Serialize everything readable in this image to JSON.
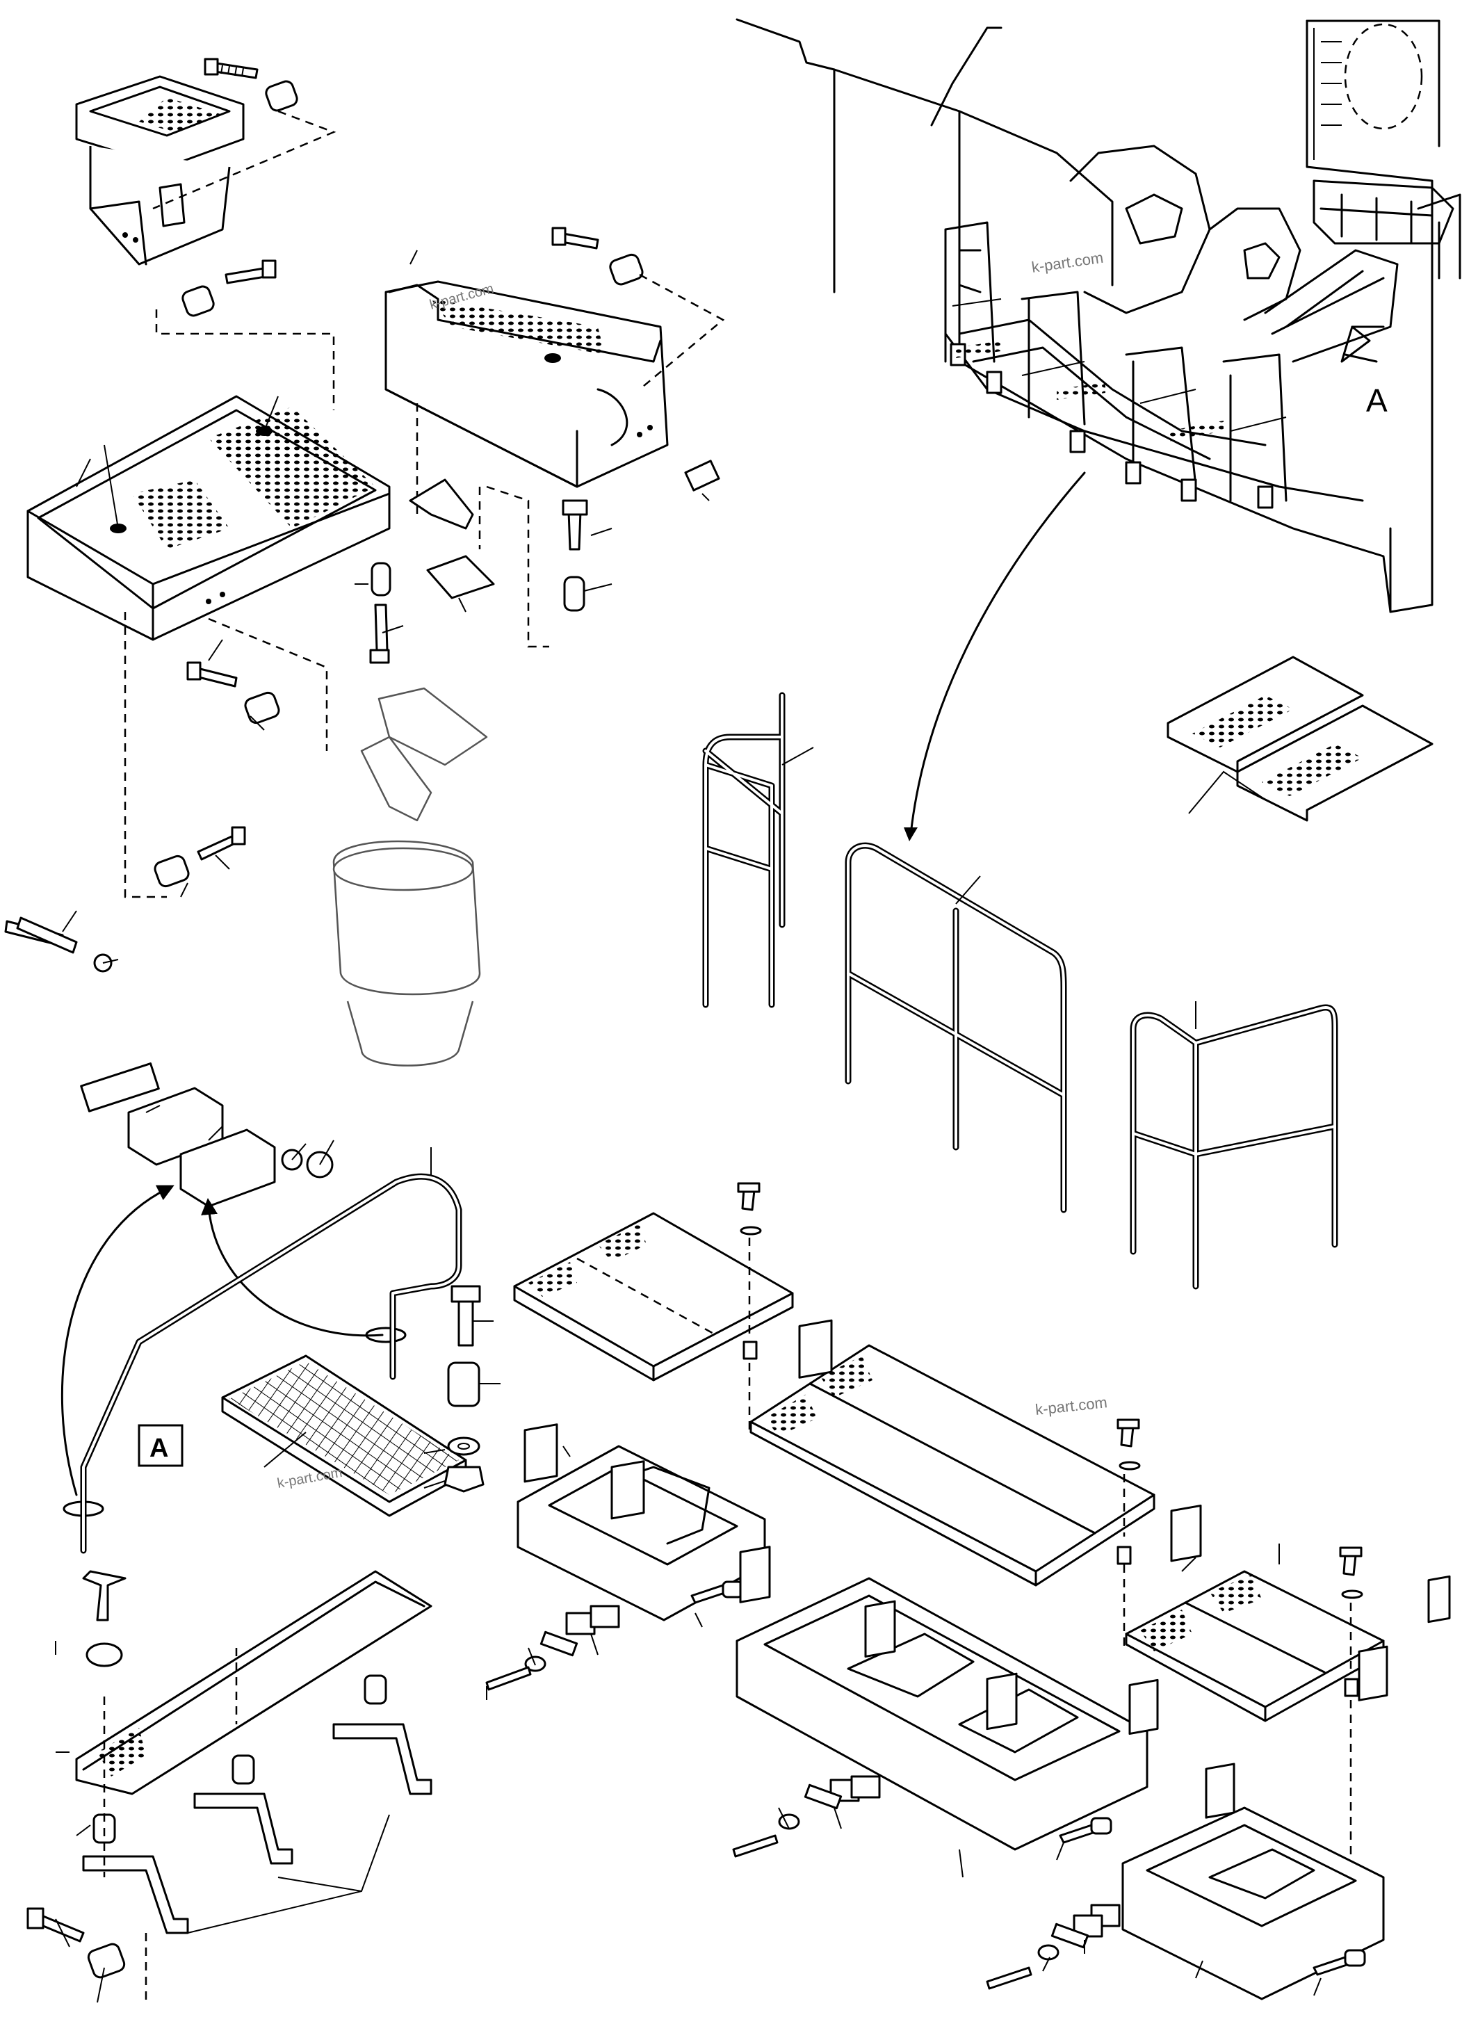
{
  "diagram": {
    "view_labels": {
      "detail_letter": "A",
      "detail_box_letter": "A"
    },
    "watermarks": [
      "k-part.com",
      "k-part.com",
      "k-part.com",
      "k-part.com"
    ]
  }
}
